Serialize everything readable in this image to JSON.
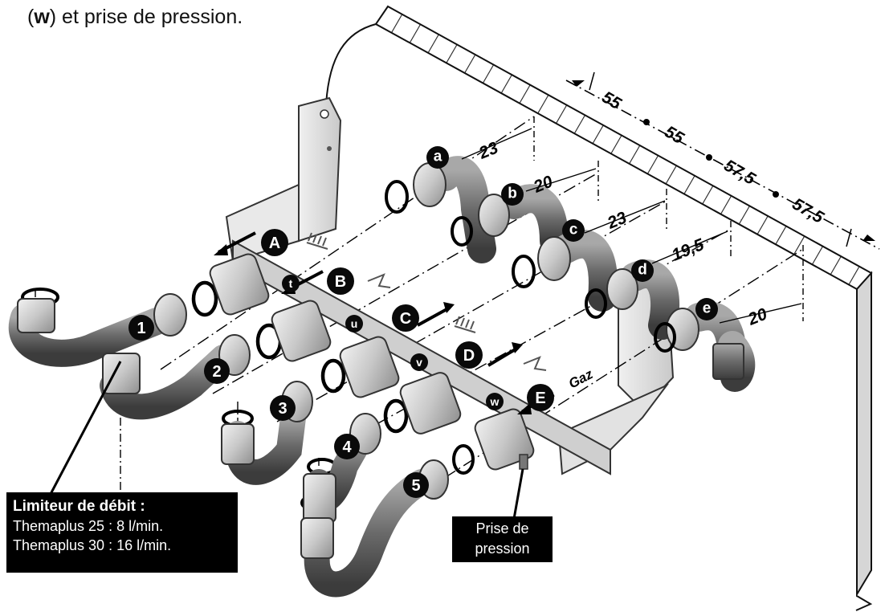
{
  "intro": {
    "prefix": "(",
    "bold": "w",
    "suffix": ") et prise de pression."
  },
  "ports_upper": [
    "A",
    "B",
    "C",
    "D",
    "E"
  ],
  "connections_lower": [
    "1",
    "2",
    "3",
    "4",
    "5"
  ],
  "wall_fittings": [
    "a",
    "b",
    "c",
    "d",
    "e"
  ],
  "valves": [
    "t",
    "u",
    "v",
    "w"
  ],
  "gas_label": "Gaz",
  "dims_top": [
    "55",
    "55",
    "57,5",
    "57,5"
  ],
  "dims_side": [
    "23",
    "20",
    "23",
    "19,5",
    "20"
  ],
  "callout_flow": {
    "title": "Limiteur de débit :",
    "line1": "Themaplus 25 : 8 l/min.",
    "line2": "Themaplus 30 : 16 l/min."
  },
  "callout_pressure": {
    "line1": "Prise de",
    "line2": "pression"
  },
  "colors": {
    "pipe": "#7a7a7a",
    "pipe_dark": "#4a4a4a",
    "metal": "#d4d4d4",
    "badge": "#0a0a0a",
    "bracket": "#e4e4e4"
  }
}
